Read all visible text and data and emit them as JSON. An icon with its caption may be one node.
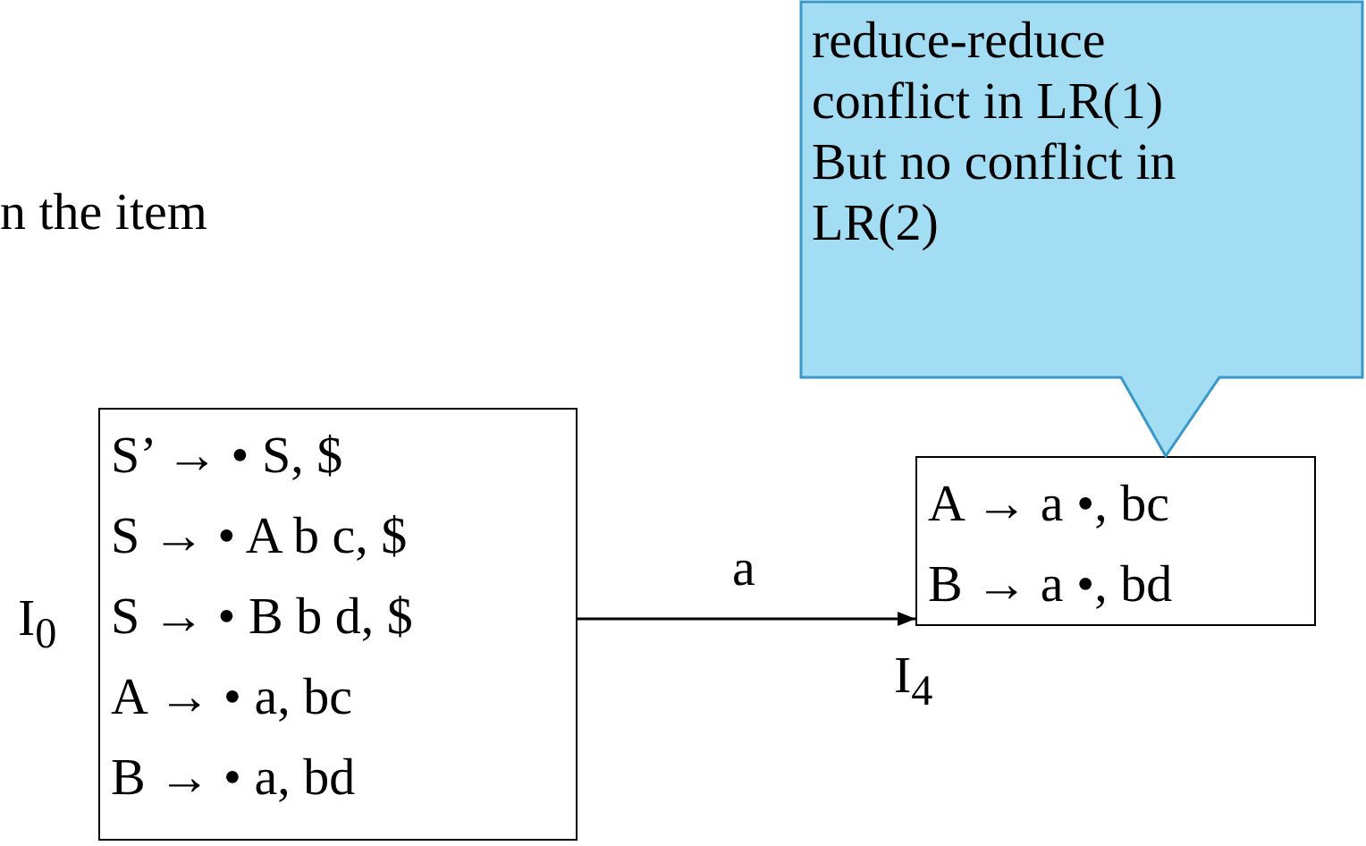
{
  "diagram": {
    "nodes": [
      {
        "text": [
          "S’ → • S, $",
          "S → • A b c, $",
          "S → • B b d, $",
          "A → • a, bc",
          "B → • a, bd"
        ],
        "beside": [
          "I$_{0}$"
        ]
      },
      {
        "text": [
          "A → a •, bc",
          "B → a •, bd"
        ],
        "beside": [
          "I$_{4}$"
        ]
      },
      {
        "text": [
          "reduce-reduce conflict in LR(1)",
          "But no conflict in LR(2)"
        ]
      }
    ],
    "edges": [
      {
        "from": 0,
        "to": 1,
        "arrow": "to",
        "label": "a"
      }
    ],
    "labels": [
      "n the item"
    ]
  }
}
